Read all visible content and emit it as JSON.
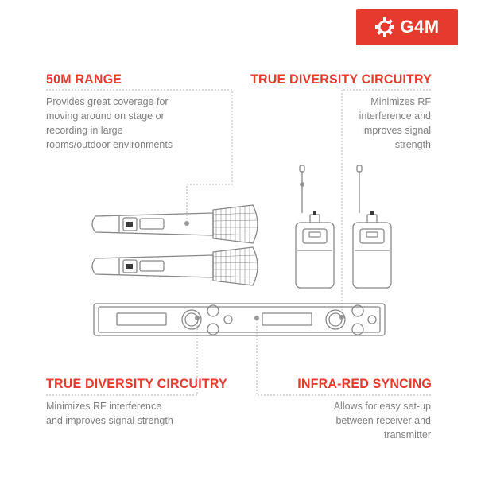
{
  "brand": {
    "logo_text": "G4M",
    "accent_color": "#e63a2e",
    "logo_icon": "gear-icon"
  },
  "features": {
    "range": {
      "title": "50M RANGE",
      "lines": [
        "Provides great coverage for",
        "moving around on stage or",
        "recording in large",
        "rooms/outdoor environments"
      ]
    },
    "diversity_top": {
      "title": "TRUE DIVERSITY CIRCUITRY",
      "lines": [
        "Minimizes RF",
        "interference and",
        "improves signal",
        "strength"
      ]
    },
    "diversity_bottom": {
      "title": "TRUE DIVERSITY CIRCUITRY",
      "lines": [
        "Minimizes RF interference",
        "and improves signal strength"
      ]
    },
    "infrared": {
      "title": "INFRA-RED SYNCING",
      "lines": [
        "Allows for easy set-up",
        "between receiver and",
        "transmitter"
      ]
    }
  }
}
